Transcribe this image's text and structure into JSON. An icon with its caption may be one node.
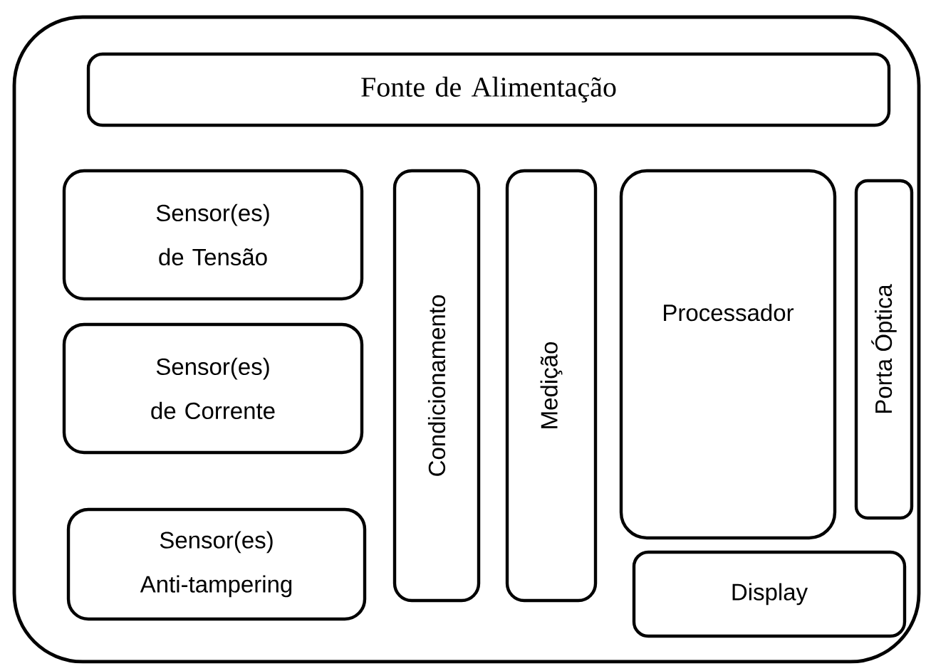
{
  "diagram": {
    "nodes": [
      {
        "text": [],
        "shape": "box"
      },
      {
        "text": [
          "Fonte de Alimentação"
        ],
        "in": 0
      },
      {
        "text": [
          "Sensor(es) de Tensão"
        ],
        "in": 0
      },
      {
        "text": [
          "Sensor(es) de Corrente"
        ],
        "in": 0
      },
      {
        "text": [
          "Sensor(es) Anti-tampering"
        ],
        "in": 0
      },
      {
        "text": [
          "Condicionamento"
        ],
        "in": 0
      },
      {
        "text": [
          "Medição"
        ],
        "in": 0
      },
      {
        "text": [
          "Processador"
        ],
        "in": 0
      },
      {
        "text": [
          "Porta Óptica"
        ],
        "in": 0
      },
      {
        "text": [
          "Display"
        ],
        "in": 0
      }
    ]
  }
}
